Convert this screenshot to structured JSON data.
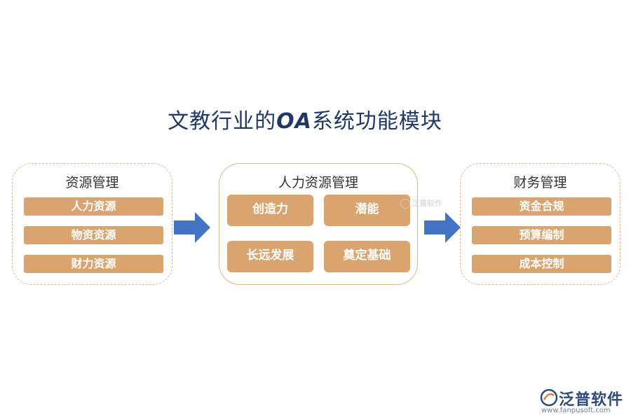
{
  "title": {
    "prefix": "文教行业的",
    "highlight": "OA",
    "suffix": "系统功能模块"
  },
  "left_panel": {
    "heading": "资源管理",
    "items": [
      "人力资源",
      "物资资源",
      "财力资源"
    ]
  },
  "middle_panel": {
    "heading": "人力资源管理",
    "items": [
      "创造力",
      "潜能",
      "长远发展",
      "奠定基础"
    ]
  },
  "right_panel": {
    "heading": "财务管理",
    "items": [
      "资金合规",
      "预算编制",
      "成本控制"
    ]
  },
  "watermark": {
    "small_text": "泛普软件"
  },
  "logo": {
    "name": "泛普软件",
    "url": "www.fanpusoft.com"
  },
  "colors": {
    "accent_tile": "#d9a46f",
    "arrow": "#4472c4",
    "title": "#1f3864",
    "dashed_border": "#e6b08a"
  }
}
